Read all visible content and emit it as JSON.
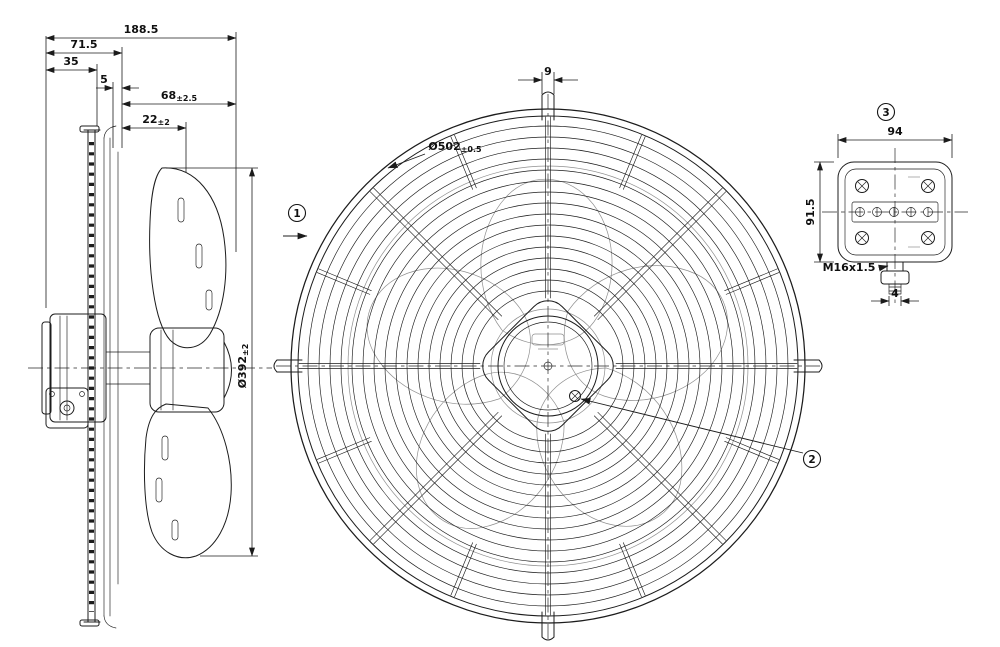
{
  "side_view": {
    "dim_overall_depth": "188.5",
    "dim_depth_to_plate": "71.5",
    "dim_motor_depth": "35",
    "dim_gap": "5",
    "dim_blade_depth": {
      "value": "68",
      "tolerance": "±2.5"
    },
    "dim_hub_depth": {
      "value": "22",
      "tolerance": "±2"
    },
    "dim_impeller_diameter": {
      "value": "Ø392",
      "tolerance": "±2"
    }
  },
  "front_view": {
    "dim_guard_diameter": {
      "value": "Ø502",
      "tolerance": "±0.5"
    },
    "dim_bracket_width": "9",
    "callout_airflow": "1",
    "callout_hub_screw": "2"
  },
  "terminal_box": {
    "callout": "3",
    "dim_width": "94",
    "dim_height": "91.5",
    "cable_gland_thread": "M16x1.5",
    "dim_gland_stub": "4"
  }
}
